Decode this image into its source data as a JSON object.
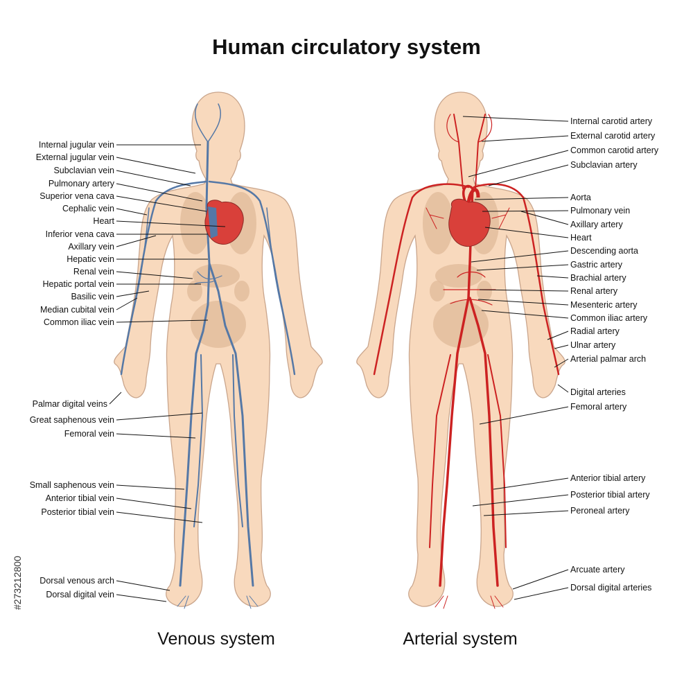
{
  "title": "Human circulatory system",
  "colors": {
    "vein": "#5578a6",
    "artery": "#cc2222",
    "skin": "#f8d9bd",
    "heart": "#d9403a"
  },
  "venous": {
    "caption": "Venous system",
    "labels": [
      "Internal jugular vein",
      "External jugular vein",
      "Subclavian vein",
      "Pulmonary artery",
      "Superior vena cava",
      "Cephalic vein",
      "Heart",
      "Inferior vena cava",
      "Axillary vein",
      "Hepatic vein",
      "Renal vein",
      "Hepatic portal vein",
      "Basilic vein",
      "Median cubital vein",
      "Common iliac vein",
      "Palmar digital veins",
      "Great saphenous vein",
      "Femoral vein",
      "Small saphenous vein",
      "Anterior tibial vein",
      "Posterior tibial vein",
      "Dorsal venous arch",
      "Dorsal digital vein"
    ]
  },
  "arterial": {
    "caption": "Arterial system",
    "labels": [
      "Internal carotid artery",
      "External carotid artery",
      "Common carotid artery",
      "Subclavian artery",
      "Aorta",
      "Pulmonary vein",
      "Axillary artery",
      "Heart",
      "Descending aorta",
      "Gastric artery",
      "Brachial artery",
      "Renal artery",
      "Mesenteric artery",
      "Common iliac artery",
      "Radial artery",
      "Ulnar artery",
      "Arterial palmar arch",
      "Digital arteries",
      "Femoral artery",
      "Anterior tibial artery",
      "Posterior tibial artery",
      "Peroneal artery",
      "Arcuate artery",
      "Dorsal digital arteries"
    ]
  },
  "stock_id": "#273212800"
}
